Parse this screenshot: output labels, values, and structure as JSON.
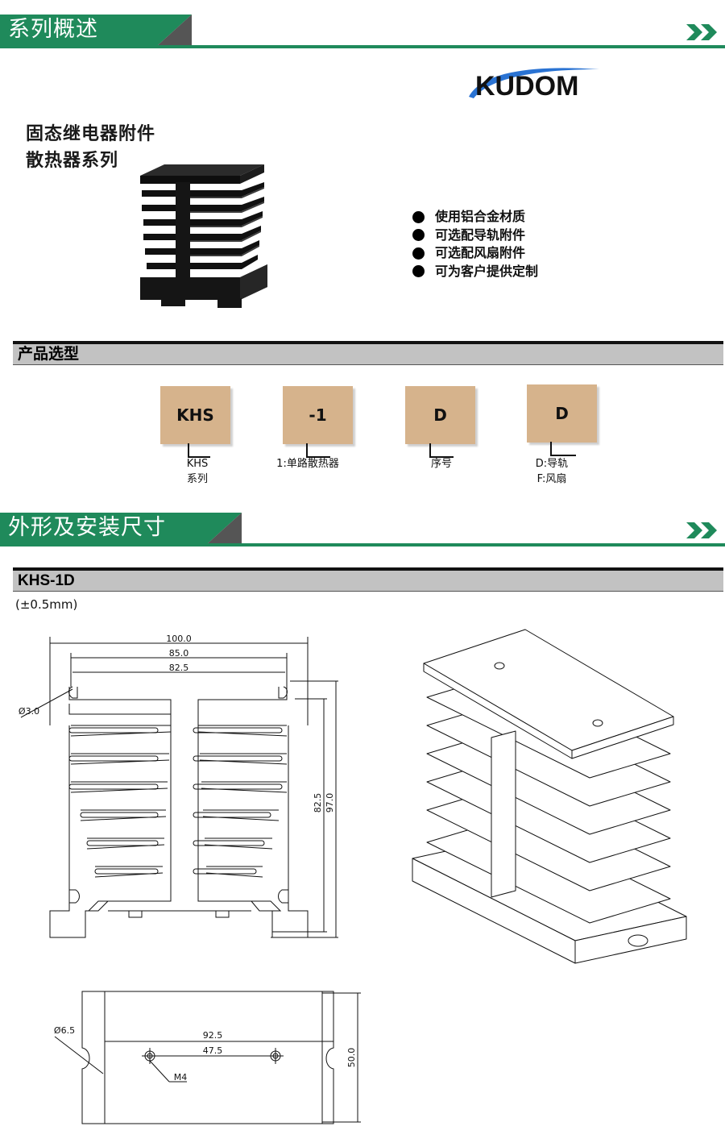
{
  "sections": {
    "overview": "系列概述",
    "dimensions": "外形及安装尺寸"
  },
  "brand": {
    "logo_text": "KUDOM",
    "accent": "#1f8a5b",
    "logo_blue": "#2a73d3"
  },
  "overview": {
    "heading_line1": "固态继电器附件",
    "heading_line2": "散热器系列",
    "features": [
      "使用铝合金材质",
      "可选配导轨附件",
      "可选配风扇附件",
      "可为客户提供定制"
    ]
  },
  "selection": {
    "title": "产品选型",
    "boxes": [
      {
        "code": "KHS",
        "caption": [
          "KHS",
          "系列"
        ]
      },
      {
        "code": "-1",
        "caption": [
          "1:单路散热器"
        ]
      },
      {
        "code": "D",
        "caption": [
          "序号"
        ]
      },
      {
        "code": "D",
        "caption": [
          "D:导轨",
          "F:风扇"
        ]
      }
    ]
  },
  "model": {
    "title": "KHS-1D",
    "tolerance": "(±0.5mm)"
  },
  "front_view": {
    "dims": {
      "w_total": "100.0",
      "w_mid": "85.0",
      "w_inner": "82.5",
      "hole": "Ø3.0",
      "h_inner": "82.5",
      "h_total": "97.0"
    }
  },
  "bottom_view": {
    "dims": {
      "hole_span": "92.5",
      "m4_span": "47.5",
      "slot": "Ø6.5",
      "thread": "M4",
      "depth": "50.0"
    }
  }
}
